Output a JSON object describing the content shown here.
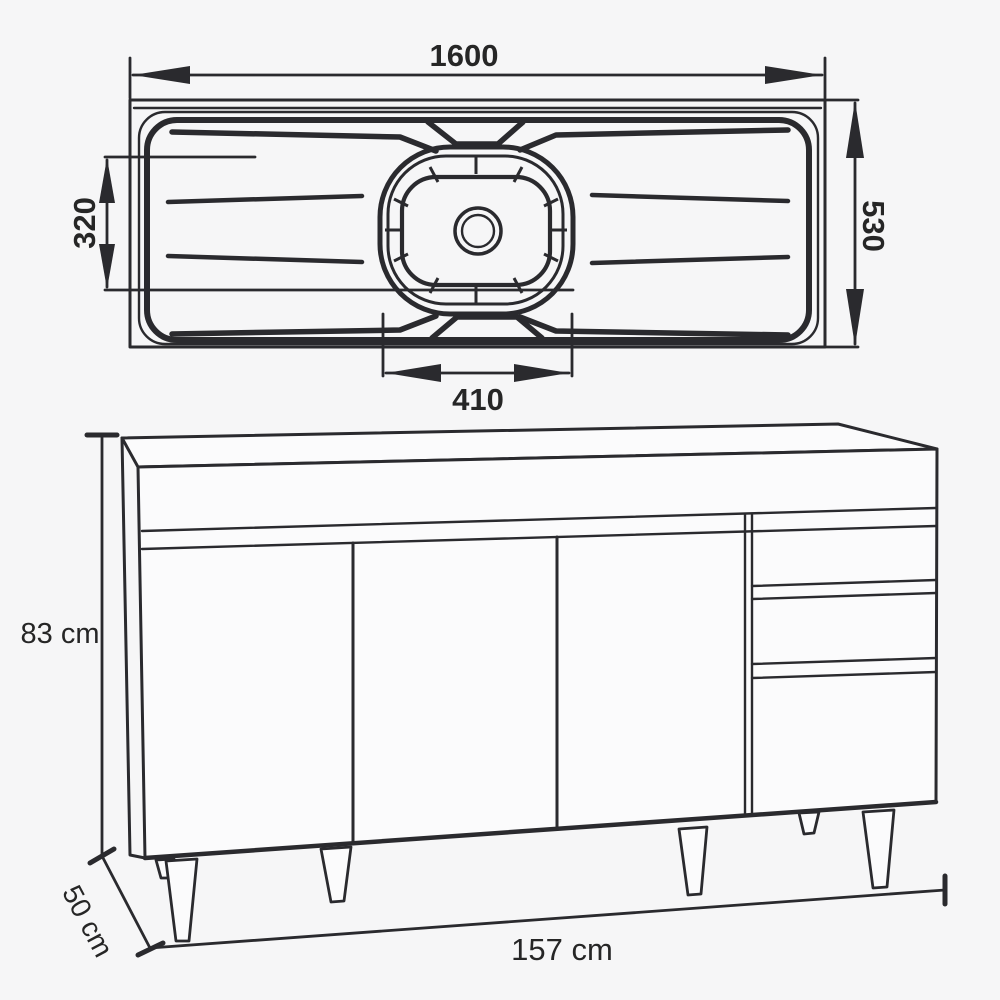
{
  "page": {
    "background": "#f6f6f7",
    "line_color": "#2a2a2e"
  },
  "sink_top_view": {
    "name": "stainless sink top view",
    "dim_total_width": {
      "label": "1600"
    },
    "dim_total_depth": {
      "label": "530"
    },
    "dim_bowl_front_to_back": {
      "label": "320"
    },
    "dim_bowl_width": {
      "label": "410"
    }
  },
  "cabinet_front_view": {
    "name": "kitchen cabinet front view",
    "dim_height": {
      "label": "83 cm"
    },
    "dim_depth": {
      "label": "50 cm"
    },
    "dim_width": {
      "label": "157 cm"
    }
  }
}
